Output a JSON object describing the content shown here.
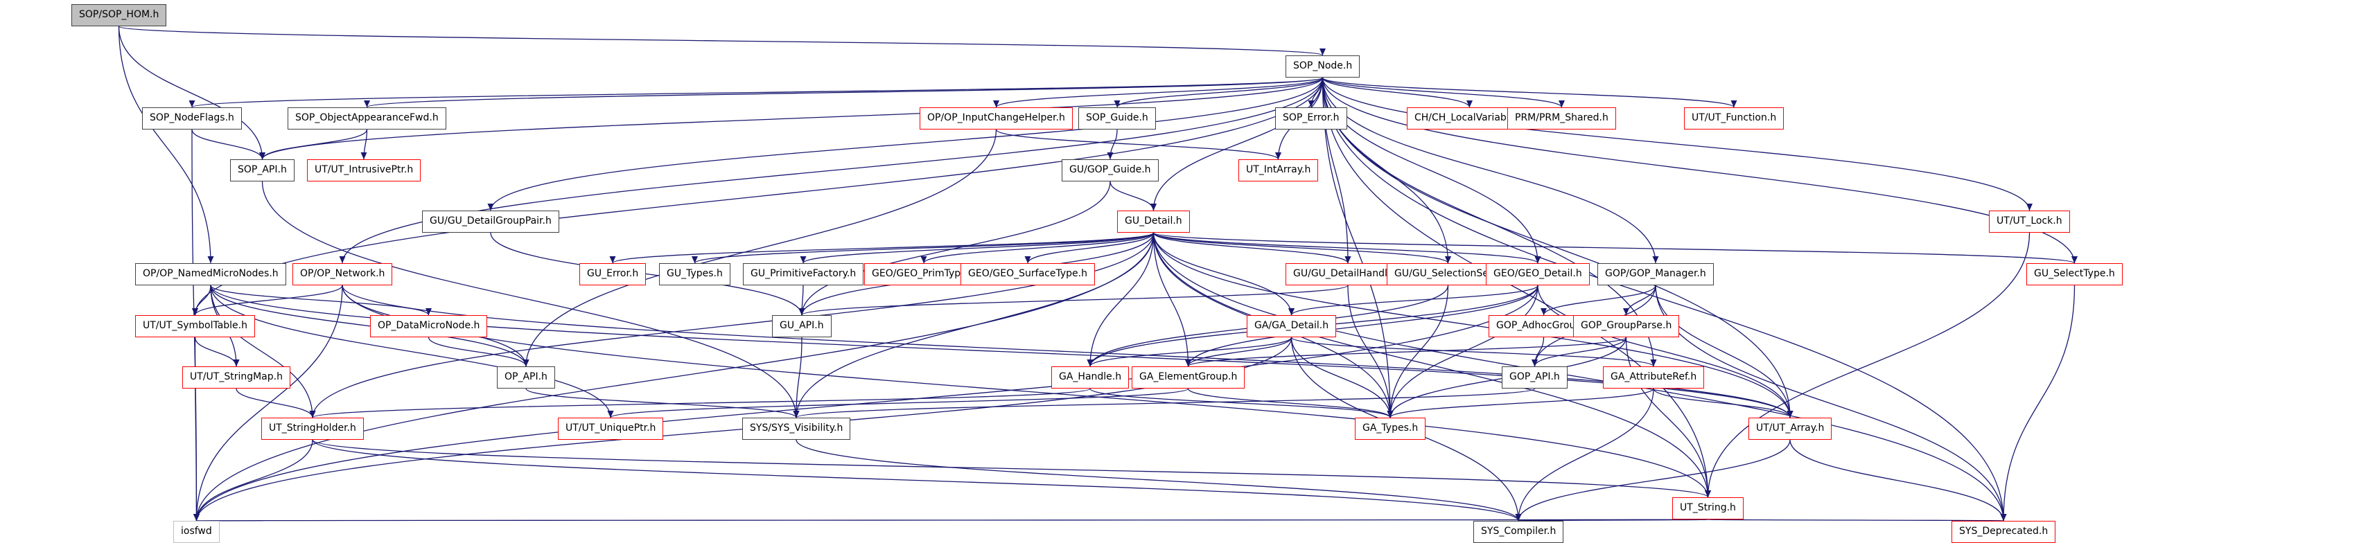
{
  "graph": {
    "type": "include-dependency-graph",
    "root": "SOP/SOP_HOM.h",
    "colors": {
      "edge": "#191970",
      "documented_border": "#404040",
      "undocumented_border": "#ff0000",
      "system_border": "#bfbfbf",
      "root_fill": "#bfbfbf"
    },
    "nodes": [
      {
        "id": "sop_hom",
        "label": "SOP/SOP_HOM.h",
        "kind": "root"
      },
      {
        "id": "sop_node",
        "label": "SOP_Node.h",
        "kind": "doc"
      },
      {
        "id": "sop_nodeflags",
        "label": "SOP_NodeFlags.h",
        "kind": "doc"
      },
      {
        "id": "sop_objappfwd",
        "label": "SOP_ObjectAppearanceFwd.h",
        "kind": "doc"
      },
      {
        "id": "sop_api",
        "label": "SOP_API.h",
        "kind": "doc"
      },
      {
        "id": "ut_intrusiveptr",
        "label": "UT/UT_IntrusivePtr.h",
        "kind": "undoc"
      },
      {
        "id": "op_inputchange",
        "label": "OP/OP_InputChangeHelper.h",
        "kind": "undoc"
      },
      {
        "id": "sop_guide",
        "label": "SOP_Guide.h",
        "kind": "doc"
      },
      {
        "id": "sop_error",
        "label": "SOP_Error.h",
        "kind": "doc"
      },
      {
        "id": "ch_localvar",
        "label": "CH/CH_LocalVariable.h",
        "kind": "undoc"
      },
      {
        "id": "prm_shared",
        "label": "PRM/PRM_Shared.h",
        "kind": "undoc"
      },
      {
        "id": "ut_function",
        "label": "UT/UT_Function.h",
        "kind": "undoc"
      },
      {
        "id": "gop_guide",
        "label": "GU/GOP_Guide.h",
        "kind": "doc"
      },
      {
        "id": "ut_intarray",
        "label": "UT_IntArray.h",
        "kind": "undoc"
      },
      {
        "id": "gu_detailgrouppair",
        "label": "GU/GU_DetailGroupPair.h",
        "kind": "doc"
      },
      {
        "id": "gu_detail",
        "label": "GU_Detail.h",
        "kind": "undoc"
      },
      {
        "id": "ut_lock",
        "label": "UT/UT_Lock.h",
        "kind": "undoc"
      },
      {
        "id": "op_namedmicro",
        "label": "OP/OP_NamedMicroNodes.h",
        "kind": "doc"
      },
      {
        "id": "op_network",
        "label": "OP/OP_Network.h",
        "kind": "undoc"
      },
      {
        "id": "gu_error",
        "label": "GU_Error.h",
        "kind": "undoc"
      },
      {
        "id": "gu_types",
        "label": "GU_Types.h",
        "kind": "doc"
      },
      {
        "id": "gu_primfactory",
        "label": "GU_PrimitiveFactory.h",
        "kind": "doc"
      },
      {
        "id": "geo_primtype",
        "label": "GEO/GEO_PrimType.h",
        "kind": "undoc"
      },
      {
        "id": "geo_surfacetype",
        "label": "GEO/GEO_SurfaceType.h",
        "kind": "undoc"
      },
      {
        "id": "gu_detailhandle",
        "label": "GU/GU_DetailHandle.h",
        "kind": "undoc"
      },
      {
        "id": "gu_selectionset",
        "label": "GU/GU_SelectionSet.h",
        "kind": "undoc"
      },
      {
        "id": "geo_detail",
        "label": "GEO/GEO_Detail.h",
        "kind": "undoc"
      },
      {
        "id": "gop_manager",
        "label": "GOP/GOP_Manager.h",
        "kind": "doc"
      },
      {
        "id": "gu_selecttype",
        "label": "GU_SelectType.h",
        "kind": "undoc"
      },
      {
        "id": "ut_symboltable",
        "label": "UT/UT_SymbolTable.h",
        "kind": "undoc"
      },
      {
        "id": "op_datamicro",
        "label": "OP_DataMicroNode.h",
        "kind": "undoc"
      },
      {
        "id": "gu_api",
        "label": "GU_API.h",
        "kind": "doc"
      },
      {
        "id": "ga_detail",
        "label": "GA/GA_Detail.h",
        "kind": "undoc"
      },
      {
        "id": "gop_adhoc",
        "label": "GOP_AdhocGroup.h",
        "kind": "undoc"
      },
      {
        "id": "gop_groupparse",
        "label": "GOP_GroupParse.h",
        "kind": "undoc"
      },
      {
        "id": "ut_stringmap",
        "label": "UT/UT_StringMap.h",
        "kind": "undoc"
      },
      {
        "id": "op_api",
        "label": "OP_API.h",
        "kind": "doc"
      },
      {
        "id": "ga_handle",
        "label": "GA_Handle.h",
        "kind": "undoc"
      },
      {
        "id": "ga_elementgroup",
        "label": "GA_ElementGroup.h",
        "kind": "undoc"
      },
      {
        "id": "gop_api",
        "label": "GOP_API.h",
        "kind": "doc"
      },
      {
        "id": "ga_attributeref",
        "label": "GA_AttributeRef.h",
        "kind": "undoc"
      },
      {
        "id": "ut_stringholder",
        "label": "UT_StringHolder.h",
        "kind": "undoc"
      },
      {
        "id": "ut_uniqueptr",
        "label": "UT/UT_UniquePtr.h",
        "kind": "undoc"
      },
      {
        "id": "sys_visibility",
        "label": "SYS/SYS_Visibility.h",
        "kind": "doc"
      },
      {
        "id": "ga_types",
        "label": "GA_Types.h",
        "kind": "undoc"
      },
      {
        "id": "ut_array",
        "label": "UT/UT_Array.h",
        "kind": "undoc"
      },
      {
        "id": "ut_string",
        "label": "UT_String.h",
        "kind": "undoc"
      },
      {
        "id": "iosfwd",
        "label": "iosfwd",
        "kind": "sys"
      },
      {
        "id": "sys_compiler",
        "label": "SYS_Compiler.h",
        "kind": "doc"
      },
      {
        "id": "sys_deprecated",
        "label": "SYS_Deprecated.h",
        "kind": "undoc"
      }
    ],
    "edges": [
      [
        "sop_hom",
        "sop_node"
      ],
      [
        "sop_hom",
        "sop_api"
      ],
      [
        "sop_hom",
        "op_namedmicro"
      ],
      [
        "sop_node",
        "sop_nodeflags"
      ],
      [
        "sop_node",
        "sop_objappfwd"
      ],
      [
        "sop_node",
        "sop_api"
      ],
      [
        "sop_node",
        "op_inputchange"
      ],
      [
        "sop_node",
        "sop_guide"
      ],
      [
        "sop_node",
        "sop_error"
      ],
      [
        "sop_node",
        "ch_localvar"
      ],
      [
        "sop_node",
        "prm_shared"
      ],
      [
        "sop_node",
        "ut_function"
      ],
      [
        "sop_node",
        "ut_intarray"
      ],
      [
        "sop_node",
        "gu_detailgrouppair"
      ],
      [
        "sop_node",
        "gu_detail"
      ],
      [
        "sop_node",
        "ut_lock"
      ],
      [
        "sop_node",
        "op_network"
      ],
      [
        "sop_node",
        "gu_detailhandle"
      ],
      [
        "sop_node",
        "gu_selectionset"
      ],
      [
        "sop_node",
        "geo_detail"
      ],
      [
        "sop_node",
        "gop_manager"
      ],
      [
        "sop_node",
        "gu_selecttype"
      ],
      [
        "sop_node",
        "ut_symboltable"
      ],
      [
        "sop_node",
        "ut_array"
      ],
      [
        "sop_node",
        "ut_string"
      ],
      [
        "sop_node",
        "sys_deprecated"
      ],
      [
        "sop_node",
        "ga_attributeref"
      ],
      [
        "sop_node",
        "ga_types"
      ],
      [
        "sop_nodeflags",
        "sop_api"
      ],
      [
        "sop_nodeflags",
        "iosfwd"
      ],
      [
        "sop_objappfwd",
        "sop_api"
      ],
      [
        "sop_objappfwd",
        "ut_intrusiveptr"
      ],
      [
        "sop_api",
        "sys_visibility"
      ],
      [
        "op_inputchange",
        "ut_intarray"
      ],
      [
        "op_inputchange",
        "op_api"
      ],
      [
        "sop_guide",
        "gop_guide"
      ],
      [
        "gop_guide",
        "gu_detail"
      ],
      [
        "gop_guide",
        "gu_api"
      ],
      [
        "gu_detailgrouppair",
        "gu_api"
      ],
      [
        "gu_detail",
        "gu_error"
      ],
      [
        "gu_detail",
        "gu_types"
      ],
      [
        "gu_detail",
        "gu_primfactory"
      ],
      [
        "gu_detail",
        "geo_primtype"
      ],
      [
        "gu_detail",
        "geo_surfacetype"
      ],
      [
        "gu_detail",
        "gu_detailhandle"
      ],
      [
        "gu_detail",
        "gu_selectionset"
      ],
      [
        "gu_detail",
        "geo_detail"
      ],
      [
        "gu_detail",
        "gu_selecttype"
      ],
      [
        "gu_detail",
        "gu_api"
      ],
      [
        "gu_detail",
        "ga_detail"
      ],
      [
        "gu_detail",
        "ga_handle"
      ],
      [
        "gu_detail",
        "ga_elementgroup"
      ],
      [
        "gu_detail",
        "ga_types"
      ],
      [
        "gu_detail",
        "ut_array"
      ],
      [
        "gu_detail",
        "ut_string"
      ],
      [
        "gu_detail",
        "sys_visibility"
      ],
      [
        "gu_detail",
        "sys_deprecated"
      ],
      [
        "gu_detail",
        "iosfwd"
      ],
      [
        "gu_detail",
        "ut_stringholder"
      ],
      [
        "ut_lock",
        "ut_string"
      ],
      [
        "op_namedmicro",
        "ut_symboltable"
      ],
      [
        "op_namedmicro",
        "ut_stringmap"
      ],
      [
        "op_namedmicro",
        "ut_stringholder"
      ],
      [
        "op_namedmicro",
        "op_datamicro"
      ],
      [
        "op_namedmicro",
        "op_api"
      ],
      [
        "op_namedmicro",
        "ut_uniqueptr"
      ],
      [
        "op_namedmicro",
        "ut_array"
      ],
      [
        "op_network",
        "ut_symboltable"
      ],
      [
        "op_network",
        "op_api"
      ],
      [
        "op_network",
        "iosfwd"
      ],
      [
        "op_network",
        "ut_array"
      ],
      [
        "op_network",
        "ut_string"
      ],
      [
        "gu_primfactory",
        "gu_api"
      ],
      [
        "gu_detailhandle",
        "gu_api"
      ],
      [
        "gu_detailhandle",
        "ga_types"
      ],
      [
        "gu_selectionset",
        "ga_types"
      ],
      [
        "gu_selectionset",
        "ga_handle"
      ],
      [
        "geo_detail",
        "ga_detail"
      ],
      [
        "geo_detail",
        "ga_handle"
      ],
      [
        "geo_detail",
        "ga_elementgroup"
      ],
      [
        "geo_detail",
        "ga_types"
      ],
      [
        "geo_detail",
        "ut_array"
      ],
      [
        "geo_detail",
        "iosfwd"
      ],
      [
        "gop_manager",
        "gop_adhoc"
      ],
      [
        "gop_manager",
        "gop_groupparse"
      ],
      [
        "gop_manager",
        "gop_api"
      ],
      [
        "gop_manager",
        "ut_array"
      ],
      [
        "gop_manager",
        "sys_deprecated"
      ],
      [
        "gu_selecttype",
        "sys_deprecated"
      ],
      [
        "ut_symboltable",
        "ut_stringmap"
      ],
      [
        "ut_symboltable",
        "iosfwd"
      ],
      [
        "op_datamicro",
        "op_api"
      ],
      [
        "gu_api",
        "sys_visibility"
      ],
      [
        "ga_detail",
        "ga_handle"
      ],
      [
        "ga_detail",
        "ga_elementgroup"
      ],
      [
        "ga_detail",
        "ga_types"
      ],
      [
        "ga_detail",
        "ga_attributeref"
      ],
      [
        "ga_detail",
        "sys_compiler"
      ],
      [
        "ga_detail",
        "iosfwd"
      ],
      [
        "gop_adhoc",
        "gop_api"
      ],
      [
        "gop_groupparse",
        "gop_api"
      ],
      [
        "gop_groupparse",
        "ga_elementgroup"
      ],
      [
        "gop_groupparse",
        "ut_string"
      ],
      [
        "gop_groupparse",
        "ga_types"
      ],
      [
        "ut_stringmap",
        "ut_stringholder"
      ],
      [
        "op_api",
        "sys_visibility"
      ],
      [
        "ga_handle",
        "ga_types"
      ],
      [
        "ga_handle",
        "ut_stringholder"
      ],
      [
        "ga_elementgroup",
        "ga_types"
      ],
      [
        "ga_elementgroup",
        "ut_uniqueptr"
      ],
      [
        "gop_api",
        "sys_visibility"
      ],
      [
        "ga_attributeref",
        "ga_types"
      ],
      [
        "ga_attributeref",
        "ut_array"
      ],
      [
        "ga_attributeref",
        "sys_compiler"
      ],
      [
        "ut_stringholder",
        "iosfwd"
      ],
      [
        "ut_stringholder",
        "ut_string"
      ],
      [
        "ut_stringholder",
        "sys_compiler"
      ],
      [
        "sys_visibility",
        "sys_compiler"
      ],
      [
        "ut_array",
        "sys_compiler"
      ],
      [
        "ut_array",
        "sys_deprecated"
      ],
      [
        "ut_string",
        "iosfwd"
      ],
      [
        "ut_string",
        "sys_compiler"
      ],
      [
        "ut_string",
        "sys_deprecated"
      ]
    ]
  }
}
